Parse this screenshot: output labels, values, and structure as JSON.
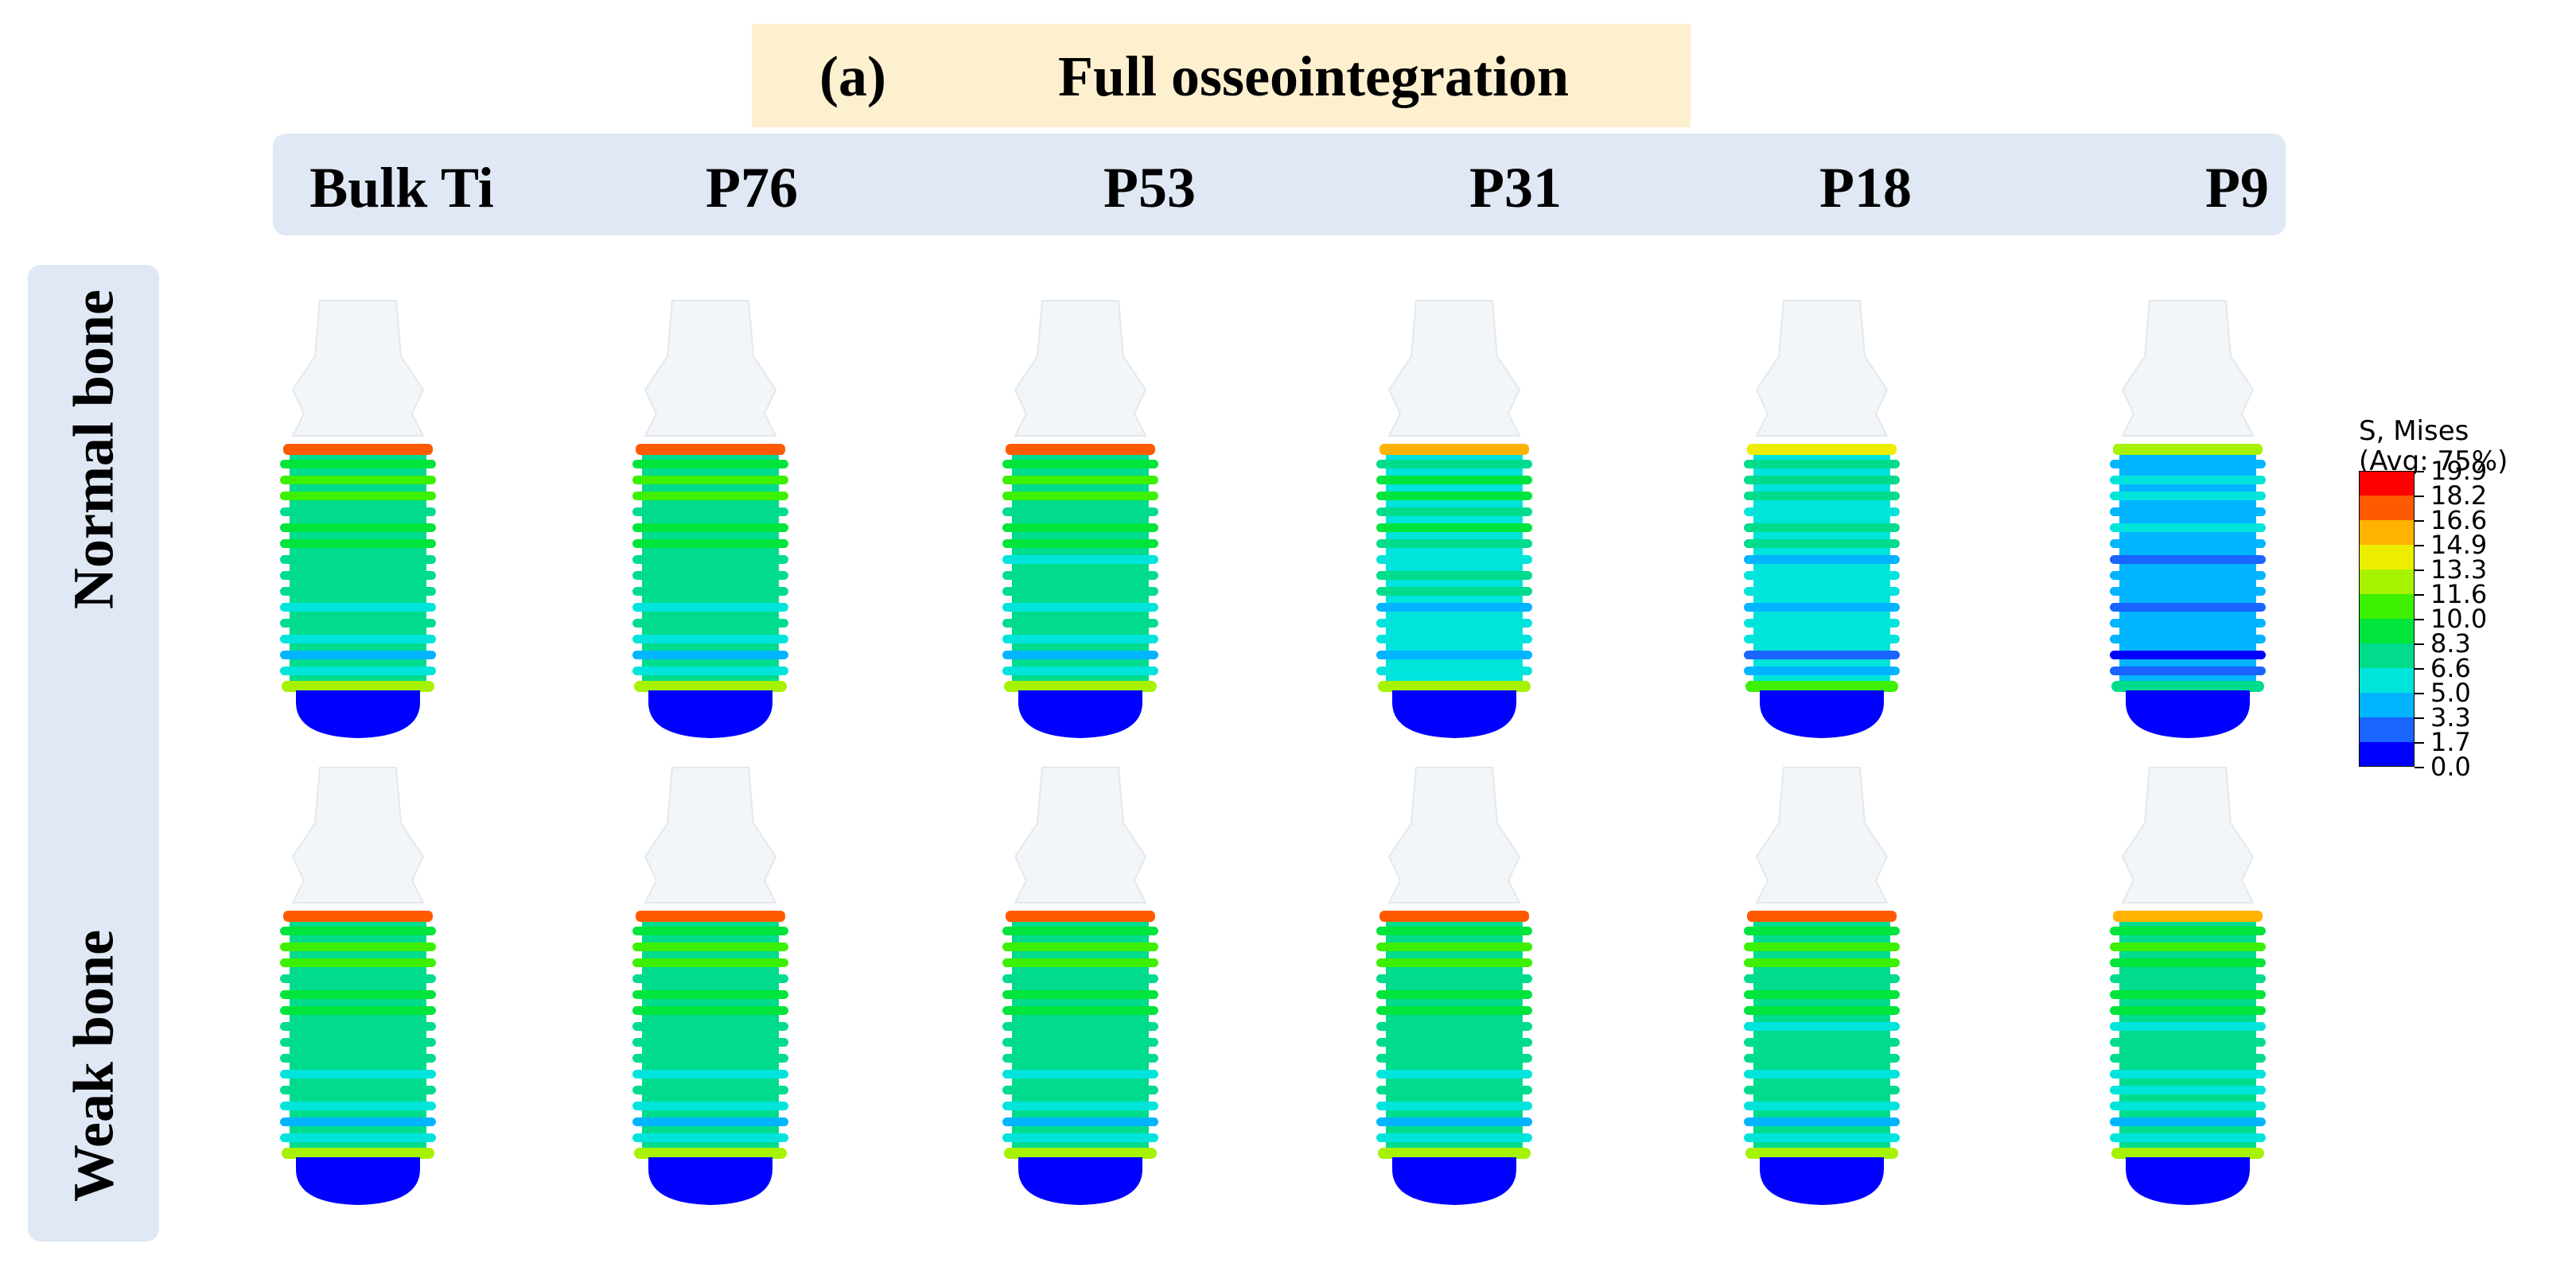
{
  "header": {
    "tag": "(a)",
    "title": "Full osseointegration"
  },
  "columns": [
    "Bulk Ti",
    "P76",
    "P53",
    "P31",
    "P18",
    "P9"
  ],
  "rows": [
    "Normal bone",
    "Weak bone"
  ],
  "legend": {
    "title_line1": "S, Mises",
    "title_line2": "(Avg: 75%)",
    "values": [
      "19.9",
      "18.2",
      "16.6",
      "14.9",
      "13.3",
      "11.6",
      "10.0",
      "8.3",
      "6.6",
      "5.0",
      "3.3",
      "1.7",
      "0.0"
    ],
    "colors": [
      "#ff0000",
      "#ff5a00",
      "#ffb300",
      "#eded00",
      "#a6f200",
      "#3cf000",
      "#00e43c",
      "#00dc8c",
      "#00e4dc",
      "#00b4ff",
      "#1a64ff",
      "#0000ff"
    ]
  },
  "implants": {
    "abutment_color": "#f2f6f9",
    "stress_fraction": [
      [
        0.5,
        0.5,
        0.49,
        0.44,
        0.38,
        0.26
      ],
      [
        0.51,
        0.5,
        0.5,
        0.5,
        0.49,
        0.48
      ]
    ]
  }
}
